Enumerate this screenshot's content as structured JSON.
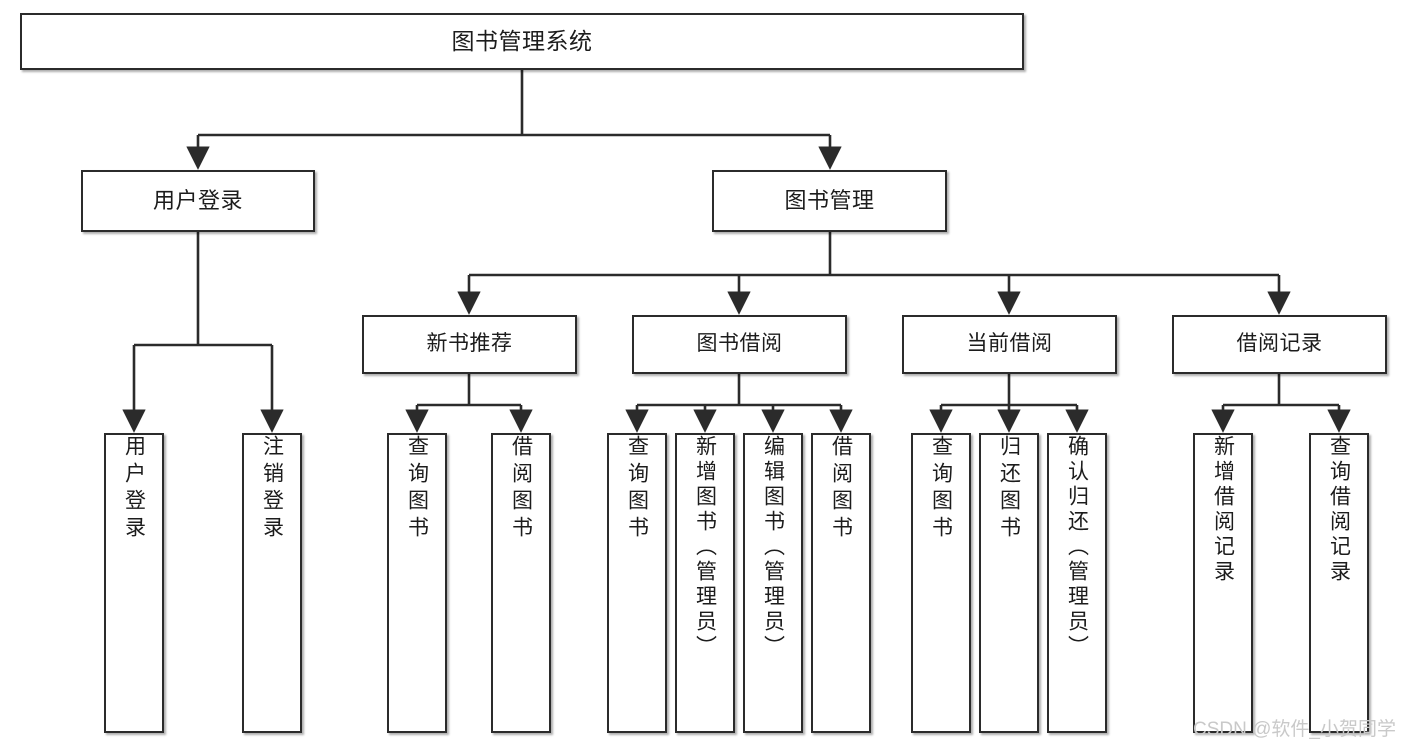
{
  "diagram": {
    "title": "图书管理系统",
    "type": "tree-hierarchy-chart",
    "colors": {
      "box_border": "#2b2b2b",
      "box_fill": "#ffffff",
      "edge": "#2b2b2b",
      "text": "#1c1c1c",
      "watermark": "#c9c9c9",
      "background": "#ffffff"
    },
    "root": {
      "label": "图书管理系统"
    },
    "level1": [
      {
        "label": "用户登录"
      },
      {
        "label": "图书管理"
      }
    ],
    "level2": [
      {
        "label": "新书推荐"
      },
      {
        "label": "图书借阅"
      },
      {
        "label": "当前借阅"
      },
      {
        "label": "借阅记录"
      }
    ],
    "leaves": {
      "user_login": [
        {
          "label": "用户登录"
        },
        {
          "label": "注销登录"
        }
      ],
      "new_book_recommend": [
        {
          "label": "查询图书"
        },
        {
          "label": "借阅图书"
        }
      ],
      "book_borrow": [
        {
          "label": "查询图书"
        },
        {
          "label": "新增图书（管理员）"
        },
        {
          "label": "编辑图书（管理员）"
        },
        {
          "label": "借阅图书"
        }
      ],
      "current_borrow": [
        {
          "label": "查询图书"
        },
        {
          "label": "归还图书"
        },
        {
          "label": "确认归还（管理员）"
        }
      ],
      "borrow_records": [
        {
          "label": "新增借阅记录"
        },
        {
          "label": "查询借阅记录"
        }
      ]
    },
    "watermark": "CSDN @软件_小贺同学"
  }
}
